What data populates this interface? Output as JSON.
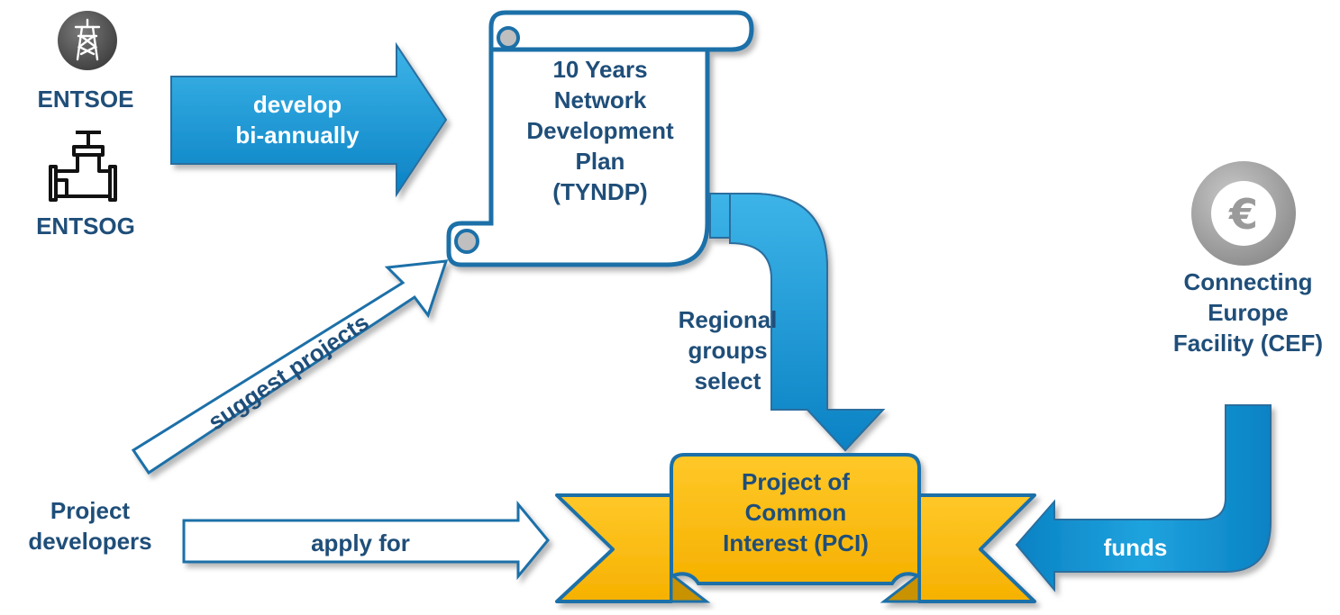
{
  "entities": {
    "entsoe": "ENTSOE",
    "entsog": "ENTSOG",
    "project_developers": "Project\ndevelopers",
    "cef": "Connecting\nEurope\nFacility (CEF)"
  },
  "documents": {
    "tyndp": "10 Years\nNetwork\nDevelopment\nPlan\n(TYNDP)"
  },
  "outputs": {
    "pci": "Project of\nCommon\nInterest (PCI)"
  },
  "arrows": {
    "develop": "develop\nbi-annually",
    "suggest": "suggest projects",
    "regional": "Regional\ngroups\nselect",
    "apply": "apply for",
    "funds": "funds"
  },
  "icons": {
    "tower": "power-tower-icon",
    "pipeline": "gas-pipeline-icon",
    "euro": "euro-coin-icon"
  },
  "colors": {
    "text": "#1F4E79",
    "arrow_blue": "#0796D6",
    "ribbon_gold": "#FDBE12",
    "icon_gray": "#5E5E5E"
  }
}
